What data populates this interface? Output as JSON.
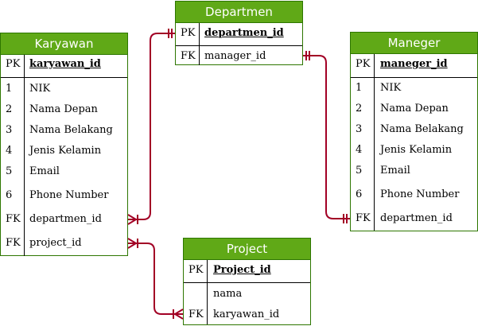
{
  "colors": {
    "header_fill": "#60a917",
    "header_stroke": "#2d7600",
    "relation": "#a20025"
  },
  "entities": {
    "karyawan": {
      "title": "Karyawan",
      "pk": {
        "key": "PK",
        "field": "karyawan_id"
      },
      "rows": [
        {
          "key": "1",
          "field": "NIK"
        },
        {
          "key": "2",
          "field": "Nama Depan"
        },
        {
          "key": "3",
          "field": "Nama Belakang"
        },
        {
          "key": "4",
          "field": "Jenis Kelamin"
        },
        {
          "key": "5",
          "field": "Email"
        },
        {
          "key": "6",
          "field": "Phone Number"
        },
        {
          "key": "FK",
          "field": "departmen_id"
        },
        {
          "key": "FK",
          "field": "project_id"
        }
      ]
    },
    "departmen": {
      "title": "Departmen",
      "pk": {
        "key": "PK",
        "field": "departmen_id"
      },
      "rows": [
        {
          "key": "FK",
          "field": "manager_id"
        }
      ]
    },
    "maneger": {
      "title": "Maneger",
      "pk": {
        "key": "PK",
        "field": "maneger_id"
      },
      "rows": [
        {
          "key": "1",
          "field": "NIK"
        },
        {
          "key": "2",
          "field": "Nama Depan"
        },
        {
          "key": "3",
          "field": "Nama Belakang"
        },
        {
          "key": "4",
          "field": "Jenis Kelamin"
        },
        {
          "key": "5",
          "field": "Email"
        },
        {
          "key": "6",
          "field": "Phone Number"
        },
        {
          "key": "FK",
          "field": "departmen_id"
        }
      ]
    },
    "project": {
      "title": "Project",
      "pk": {
        "key": "PK",
        "field": "Project_id"
      },
      "rows": [
        {
          "key": "",
          "field": "nama"
        },
        {
          "key": "FK",
          "field": "karyawan_id"
        }
      ]
    }
  },
  "relations": [
    {
      "from": "karyawan.departmen_id",
      "to": "departmen.departmen_id",
      "from_end": "one-or-many",
      "to_end": "one-and-only-one"
    },
    {
      "from": "departmen.manager_id",
      "to": "maneger.departmen_id",
      "from_end": "one-and-only-one",
      "to_end": "one-and-only-one"
    },
    {
      "from": "karyawan.project_id",
      "to": "project.karyawan_id",
      "from_end": "one-or-many",
      "to_end": "one-or-many"
    }
  ]
}
